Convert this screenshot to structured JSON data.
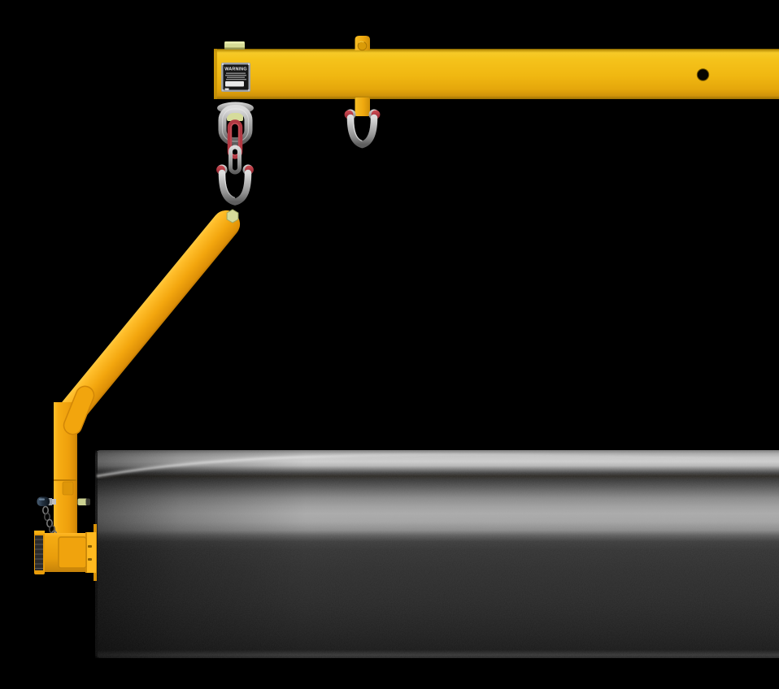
{
  "scene": {
    "description": "3D product render of a yellow roll-lifting jib boom with rigging shackles holding a large dark steel roll, on a black background",
    "background_color": "#000000"
  },
  "beam": {
    "part": "lifting boom beam",
    "color_main": "#F0B711",
    "color_highlight": "#F6CA28",
    "color_shadow": "#9C7003",
    "pin_hole": "open pin hole near right end"
  },
  "safety_pad": {
    "part": "bolt pad on top of beam",
    "color": "#D7DC96"
  },
  "warning_label": {
    "heading": "WARNING",
    "heading_color": "#E8E8E8",
    "plate_color": "#161616",
    "frame_color": "#9FA3A6",
    "footer_strip_color": "#E9E9E9",
    "body_line_count": 4
  },
  "hanger_strap": {
    "part": "shackle hanger strap over beam",
    "color": "#F3B013"
  },
  "top_shackle": {
    "part": "bow shackle on strap",
    "body_color": "#B5B5B5",
    "pin_color": "#B23842"
  },
  "swivel_hoist_ring": {
    "part": "swivel hoist ring under beam end",
    "ring_color": "#A8A8A8",
    "bushing_color": "#D6DC9B"
  },
  "links": {
    "red_link_color": "#B23842",
    "steel_link_color": "#B5B5B5"
  },
  "arm": {
    "part": "angled lift arm",
    "color": "#F3A60E",
    "eye_bolt_color": "#D6DC9B"
  },
  "mast": {
    "part": "vertical mast post",
    "color": "#EE9F0C"
  },
  "detent_pin": {
    "part": "detent pin with lanyard chain",
    "knob_color": "#22303F",
    "shaft_color": "#C0C0C0",
    "tip_color": "#CBD191",
    "chain_color": "#6E6E6E"
  },
  "gripper_pad": {
    "part": "serrated gripper pad on foot",
    "color": "#2B2B2B"
  },
  "foot": {
    "part": "core probe foot block",
    "color": "#E99E0C"
  },
  "roll": {
    "part": "large steel roll being lifted",
    "top_highlight": "#CDCDCD",
    "mid_band": "#ACACAC",
    "body_color": "#282828"
  }
}
